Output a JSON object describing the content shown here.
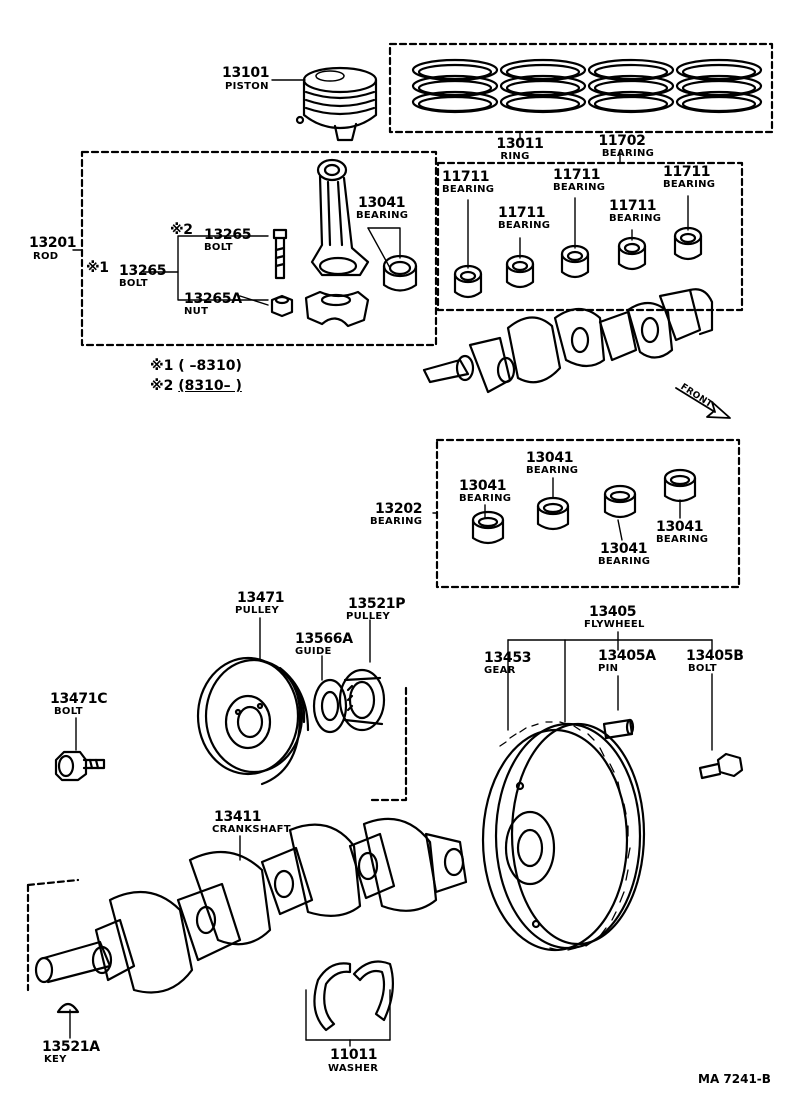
{
  "parts": {
    "piston": {
      "number": "13101",
      "name": "PISTON"
    },
    "ring": {
      "number": "13011",
      "name": "RING"
    },
    "main_bearing_set": {
      "number": "11702",
      "name": "BEARING"
    },
    "main_bearing_1": {
      "number": "11711",
      "name": "BEARING"
    },
    "main_bearing_2": {
      "number": "11711",
      "name": "BEARING"
    },
    "main_bearing_3": {
      "number": "11711",
      "name": "BEARING"
    },
    "main_bearing_4": {
      "number": "11711",
      "name": "BEARING"
    },
    "main_bearing_5": {
      "number": "11711",
      "name": "BEARING"
    },
    "rod": {
      "number": "13201",
      "name": "ROD"
    },
    "rod_bolt_2": {
      "mark": "※2",
      "number": "13265",
      "name": "BOLT"
    },
    "rod_bolt_1": {
      "mark": "※1",
      "number": "13265",
      "name": "BOLT"
    },
    "rod_nut": {
      "number": "13265A",
      "name": "NUT"
    },
    "rod_bearing": {
      "number": "13041",
      "name": "BEARING"
    },
    "rod_bearing_set": {
      "number": "13202",
      "name": "BEARING"
    },
    "rb_a": {
      "number": "13041",
      "name": "BEARING"
    },
    "rb_b": {
      "number": "13041",
      "name": "BEARING"
    },
    "rb_c": {
      "number": "13041",
      "name": "BEARING"
    },
    "rb_d": {
      "number": "13041",
      "name": "BEARING"
    },
    "pulley": {
      "number": "13471",
      "name": "PULLEY"
    },
    "pulley_bolt": {
      "number": "13471C",
      "name": "BOLT"
    },
    "timing_pulley": {
      "number": "13521P",
      "name": "PULLEY"
    },
    "guide": {
      "number": "13566A",
      "name": "GUIDE"
    },
    "flywheel": {
      "number": "13405",
      "name": "FLYWHEEL"
    },
    "ring_gear": {
      "number": "13453",
      "name": "GEAR"
    },
    "fly_pin": {
      "number": "13405A",
      "name": "PIN"
    },
    "fly_bolt": {
      "number": "13405B",
      "name": "BOLT"
    },
    "crankshaft": {
      "number": "13411",
      "name": "CRANKSHAFT"
    },
    "key": {
      "number": "13521A",
      "name": "KEY"
    },
    "washer": {
      "number": "11011",
      "name": "WASHER"
    }
  },
  "notes": {
    "note1": {
      "mark": "※1",
      "text": "(      –8310)"
    },
    "note2": {
      "mark": "※2",
      "text": "(8310–        )"
    }
  },
  "front_label": "FRONT",
  "figure_code": "MA  7241-B"
}
